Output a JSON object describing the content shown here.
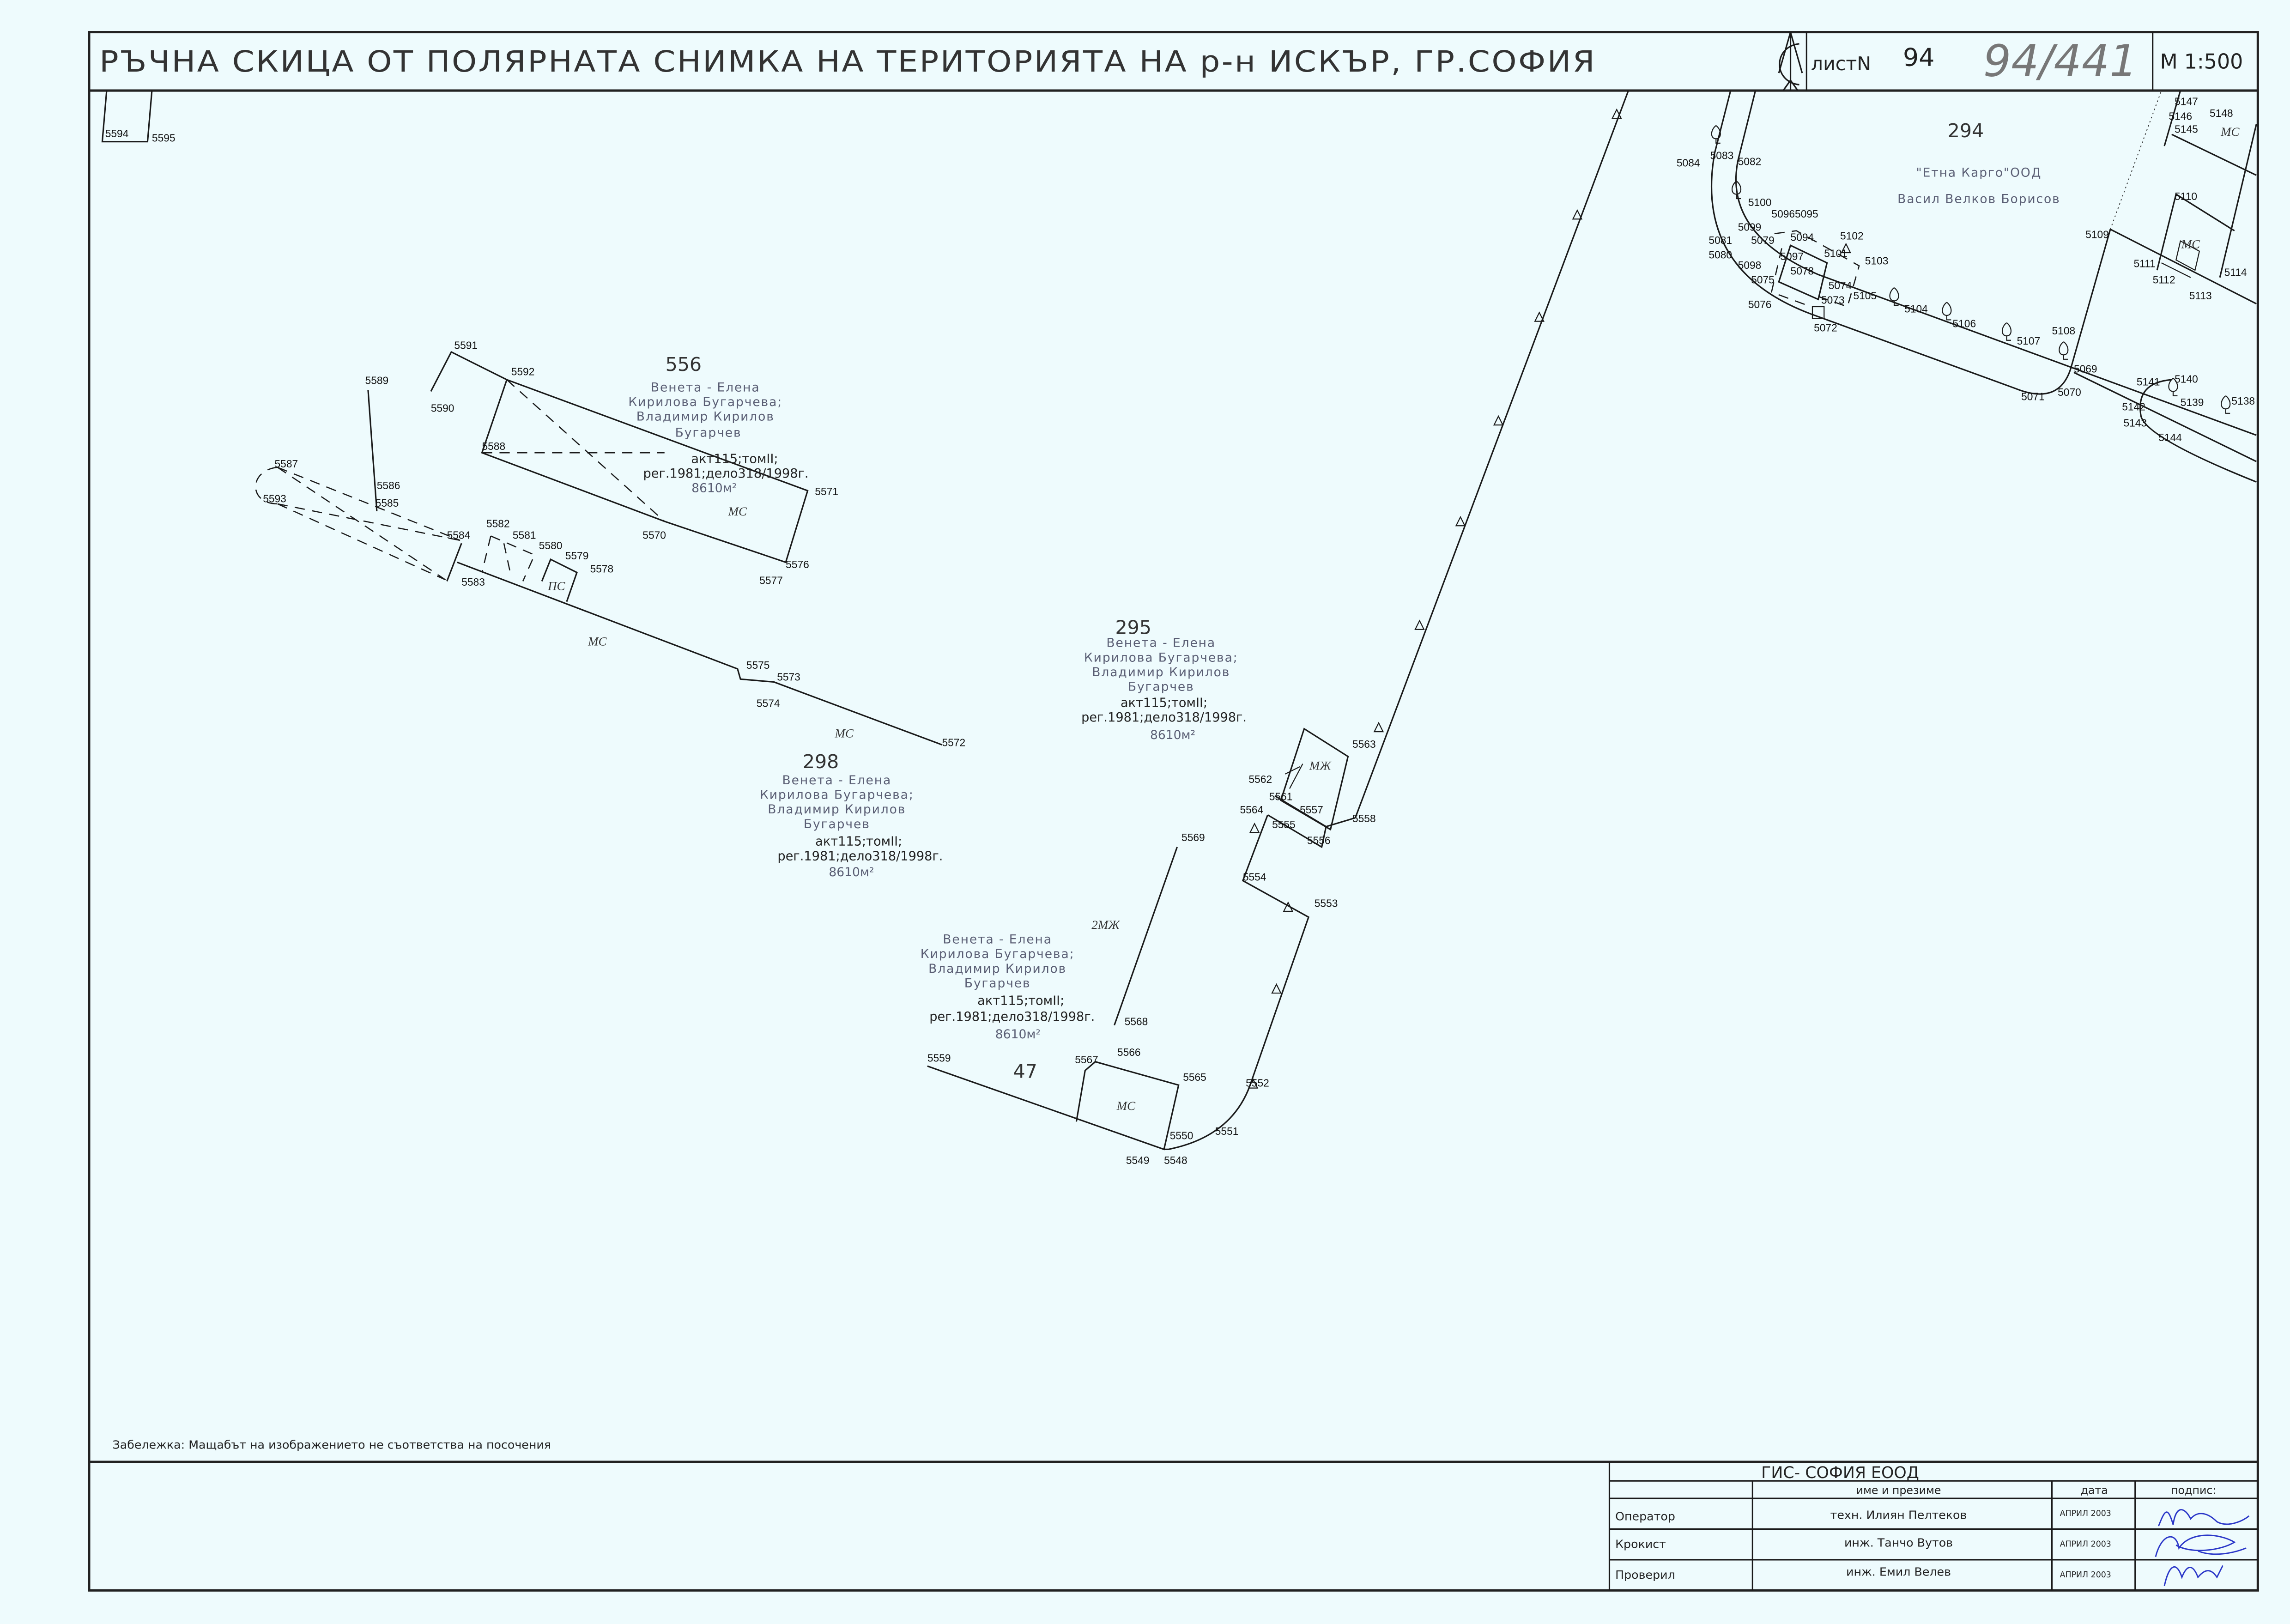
{
  "title_block": {
    "title": "РЪЧНА СКИЦА ОТ ПОЛЯРНАТА СНИМКА НА ТЕРИТОРИЯТА НА р-н ИСКЪР, ГР.СОФИЯ",
    "sheet_label": "листN",
    "sheet_number": "94",
    "handwritten_number": "94/441",
    "scale": "М 1:500"
  },
  "parcels": {
    "p556": {
      "number": "556",
      "owners": [
        "Венета - Елена",
        "Кирилова Бугарчева;",
        "Владимир Кирилов",
        "Бугарчев"
      ],
      "act": "акт115;томII;",
      "reg": "рег.1981;дело318/1998г.",
      "area": "8610м²"
    },
    "p295": {
      "number": "295",
      "owners": [
        "Венета - Елена",
        "Кирилова Бугарчева;",
        "Владимир Кирилов",
        "Бугарчев"
      ],
      "act": "акт115;томII;",
      "reg": "рег.1981;дело318/1998г.",
      "area": "8610м²"
    },
    "p298": {
      "number": "298",
      "owners": [
        "Венета - Елена",
        "Кирилова Бугарчева;",
        "Владимир Кирилов",
        "Бугарчев"
      ],
      "act": "акт115;томII;",
      "reg": "рег.1981;дело318/1998г.",
      "area": "8610м²"
    },
    "p47": {
      "number": "47",
      "owners": [
        "Венета - Елена",
        "Кирилова Бугарчева;",
        "Владимир Кирилов",
        "Бугарчев"
      ],
      "act": "акт115;томII;",
      "reg": "рег.1981;дело318/1998г.",
      "area": "8610м²"
    },
    "p294": {
      "number": "294",
      "owners": [
        "\"Етна Карго\"ООД",
        "Васил Велков Борисов"
      ]
    }
  },
  "buildings": [
    "МС",
    "МС",
    "МС",
    "МС",
    "МС",
    "МС",
    "ПС",
    "МЖ",
    "2МЖ"
  ],
  "points": [
    "5594",
    "5595",
    "5591",
    "5592",
    "5589",
    "5590",
    "5588",
    "5587",
    "5586",
    "5593",
    "5585",
    "5584",
    "5582",
    "5581",
    "5580",
    "5579",
    "5578",
    "5583",
    "5570",
    "5571",
    "5576",
    "5577",
    "5575",
    "5573",
    "5574",
    "5572",
    "5562",
    "5561",
    "5564",
    "5557",
    "5555",
    "5556",
    "5558",
    "5563",
    "5569",
    "5554",
    "5553",
    "5568",
    "5567",
    "5566",
    "5565",
    "5552",
    "5550",
    "5551",
    "5549",
    "5548",
    "5559",
    "5084",
    "5083",
    "5082",
    "5100",
    "5099",
    "50965095",
    "5079",
    "5094",
    "5102",
    "5081",
    "5080",
    "5101",
    "5097",
    "5078",
    "5103",
    "5098",
    "5075",
    "5074",
    "5105",
    "5073",
    "5076",
    "5072",
    "5104",
    "5106",
    "5107",
    "5108",
    "5069",
    "5071",
    "5070",
    "5109",
    "5110",
    "5111",
    "5112",
    "5113",
    "5114",
    "5147",
    "5146",
    "5148",
    "5145",
    "5141",
    "5140",
    "5139",
    "5138",
    "5142",
    "5143",
    "5144"
  ],
  "note": "Забележка: Мащабът на изображението не съответства на посочения",
  "company_table": {
    "company": "ГИС- СОФИЯ ЕООД",
    "headers": [
      "",
      "име и презиме",
      "дата",
      "подпис:"
    ],
    "rows": [
      {
        "role": "Оператор",
        "name": "техн. Илиян Пелтеков",
        "date": "АПРИЛ 2003"
      },
      {
        "role": "Крокист",
        "name": "инж. Танчо Вутов",
        "date": "АПРИЛ 2003"
      },
      {
        "role": "Проверил",
        "name": "инж. Емил Велев",
        "date": "АПРИЛ 2003"
      }
    ]
  },
  "colors": {
    "paper": "#eefbfd",
    "ink": "#1a1a1a",
    "owner_text": "#5a5e74",
    "signature": "#2a36c8"
  }
}
